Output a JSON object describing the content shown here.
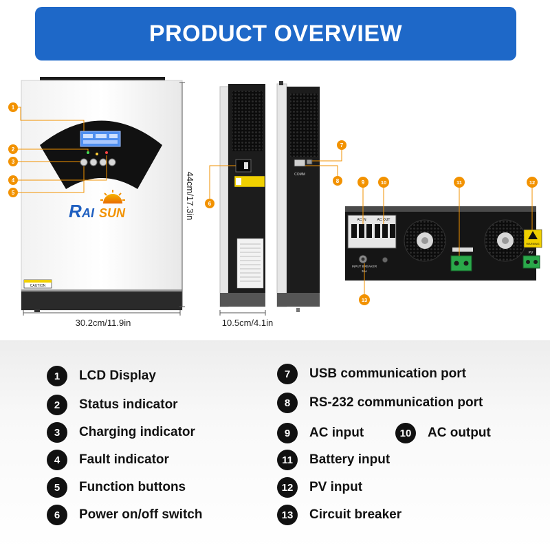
{
  "banner": {
    "title": "PRODUCT OVERVIEW",
    "color": "#1e68c8"
  },
  "brand": {
    "logo_text": "RAISUN"
  },
  "dimensions": {
    "width": "30.2cm/11.9in",
    "height": "44cm/17.3in",
    "depth": "10.5cm/4.1in"
  },
  "device_markings": {
    "comm_port": "COMM",
    "warning": "WARNING",
    "caution": "CAUTION",
    "ac_in": "AC IN",
    "ac_out": "AC OUT",
    "input_breaker": "INPUT BREAKER",
    "breaker_rating": "30A",
    "pv": "PV"
  },
  "callout_numbers": [
    "1",
    "2",
    "3",
    "4",
    "5",
    "6",
    "7",
    "8",
    "9",
    "10",
    "11",
    "12",
    "13"
  ],
  "legend": {
    "items": [
      {
        "num": "1",
        "label": "LCD Display"
      },
      {
        "num": "2",
        "label": "Status indicator"
      },
      {
        "num": "3",
        "label": "Charging indicator"
      },
      {
        "num": "4",
        "label": "Fault indicator"
      },
      {
        "num": "5",
        "label": "Function buttons"
      },
      {
        "num": "6",
        "label": "Power on/off switch"
      },
      {
        "num": "7",
        "label": "USB communication port"
      },
      {
        "num": "8",
        "label": "RS-232 communication port"
      },
      {
        "num": "9",
        "label": "AC input"
      },
      {
        "num": "10",
        "label": "AC output"
      },
      {
        "num": "11",
        "label": "Battery input"
      },
      {
        "num": "12",
        "label": "PV input"
      },
      {
        "num": "13",
        "label": "Circuit breaker"
      }
    ]
  },
  "colors": {
    "callout_orange": "#f29200",
    "terminal_green": "#2aa84a",
    "display_blue": "#4f8ff0",
    "body_dark": "#1a1a1a"
  }
}
